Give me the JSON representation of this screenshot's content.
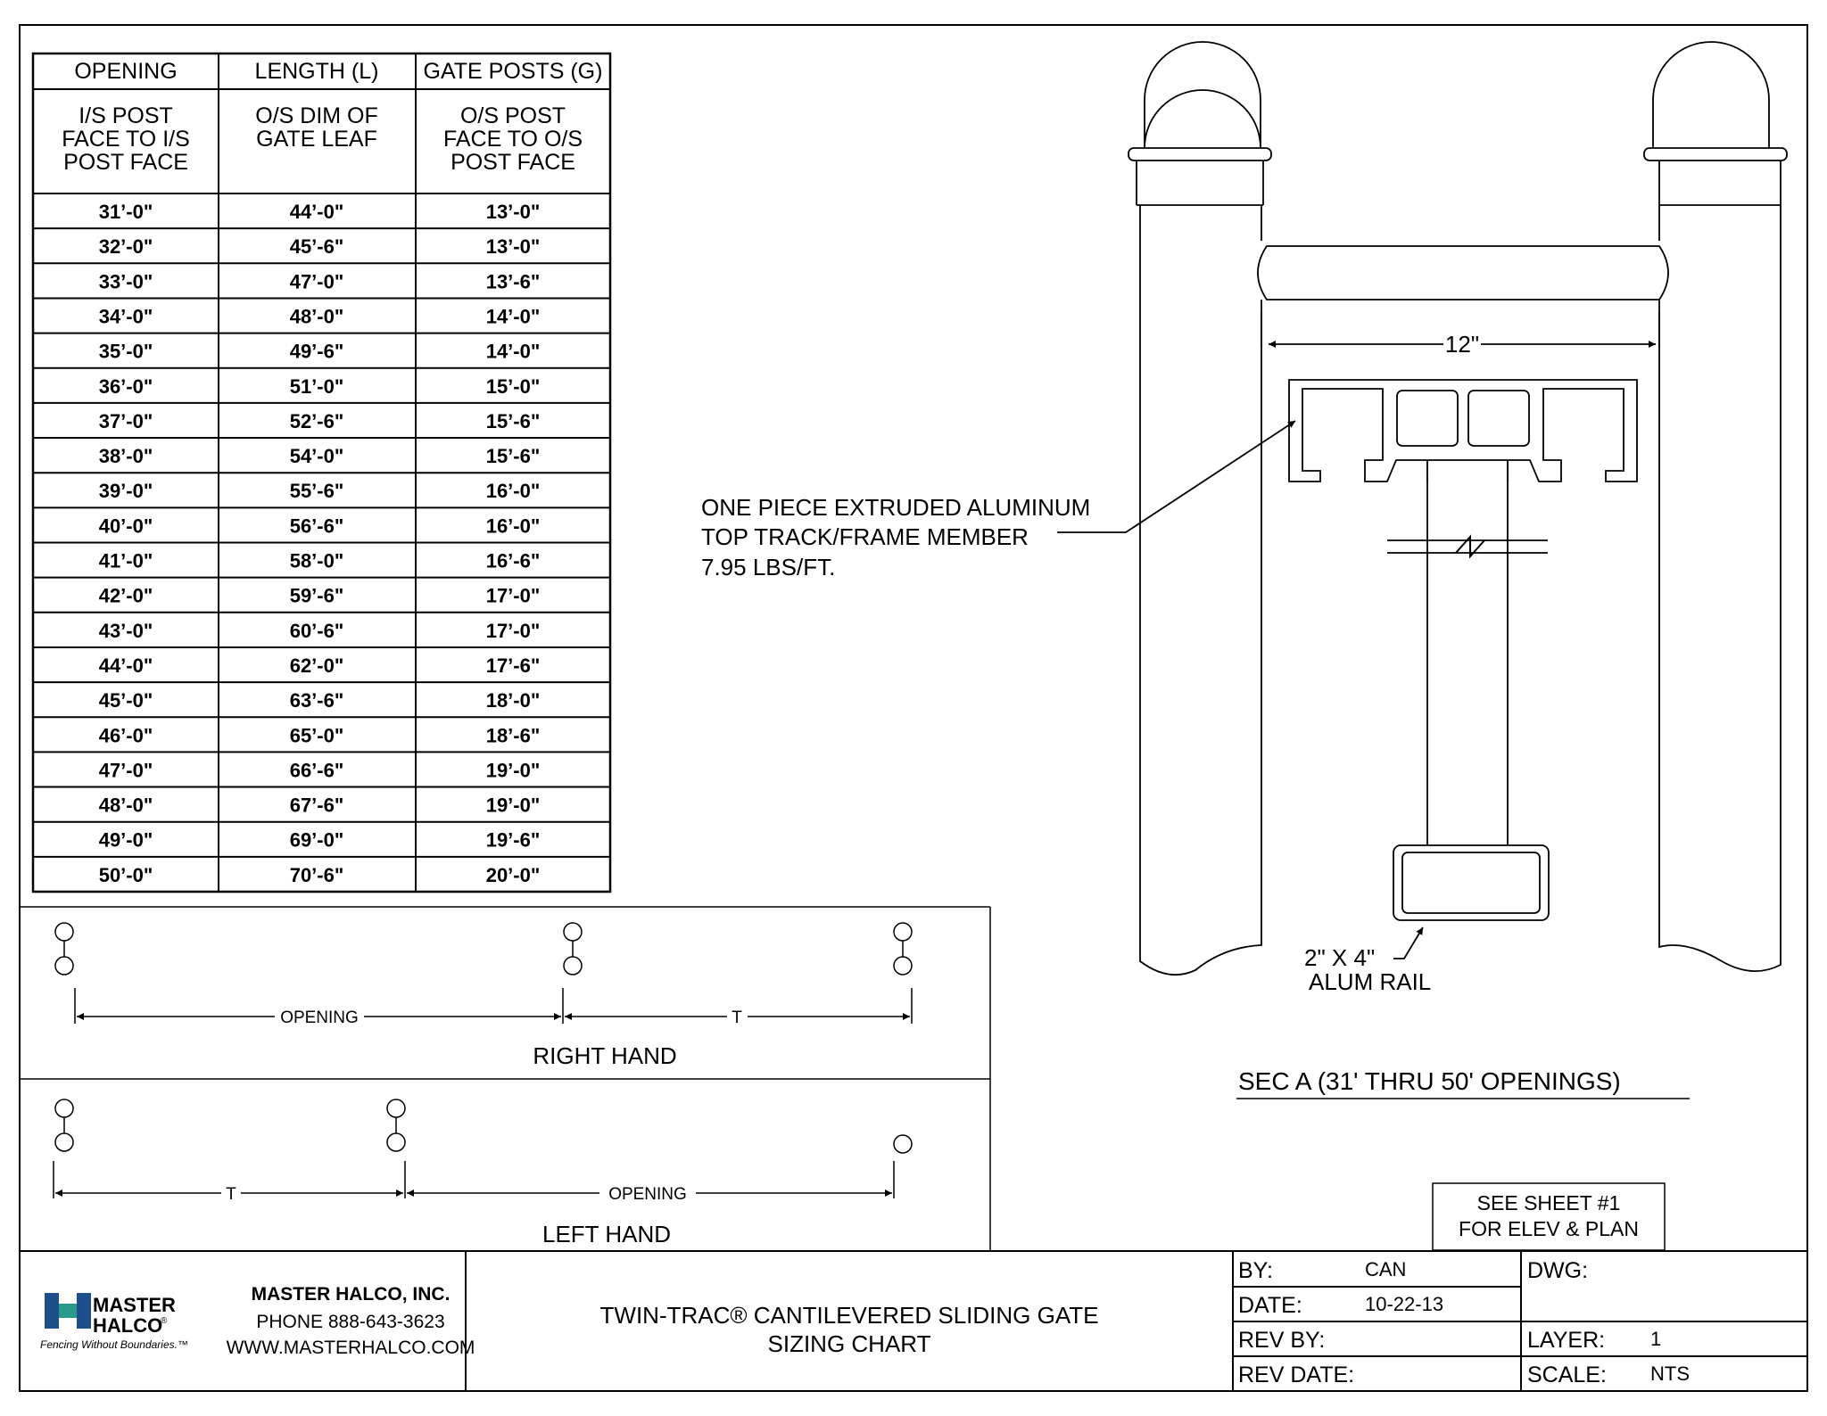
{
  "table": {
    "headers": [
      "OPENING",
      "LENGTH (L)",
      "GATE POSTS (G)"
    ],
    "subheaders": [
      [
        "I/S POST",
        "FACE TO I/S",
        "POST FACE"
      ],
      [
        "O/S DIM OF",
        "GATE LEAF"
      ],
      [
        "O/S POST",
        "FACE TO O/S",
        "POST FACE"
      ]
    ],
    "rows": [
      [
        "31’-0\"",
        "44’-0\"",
        "13’-0\""
      ],
      [
        "32’-0\"",
        "45’-6\"",
        "13’-0\""
      ],
      [
        "33’-0\"",
        "47’-0\"",
        "13’-6\""
      ],
      [
        "34’-0\"",
        "48’-0\"",
        "14’-0\""
      ],
      [
        "35’-0\"",
        "49’-6\"",
        "14’-0\""
      ],
      [
        "36’-0\"",
        "51’-0\"",
        "15’-0\""
      ],
      [
        "37’-0\"",
        "52’-6\"",
        "15’-6\""
      ],
      [
        "38’-0\"",
        "54’-0\"",
        "15’-6\""
      ],
      [
        "39’-0\"",
        "55’-6\"",
        "16’-0\""
      ],
      [
        "40’-0\"",
        "56’-6\"",
        "16’-0\""
      ],
      [
        "41’-0\"",
        "58’-0\"",
        "16’-6\""
      ],
      [
        "42’-0\"",
        "59’-6\"",
        "17’-0\""
      ],
      [
        "43’-0\"",
        "60’-6\"",
        "17’-0\""
      ],
      [
        "44’-0\"",
        "62’-0\"",
        "17’-6\""
      ],
      [
        "45’-0\"",
        "63’-6\"",
        "18’-0\""
      ],
      [
        "46’-0\"",
        "65’-0\"",
        "18’-6\""
      ],
      [
        "47’-0\"",
        "66’-6\"",
        "19’-0\""
      ],
      [
        "48’-0\"",
        "67’-6\"",
        "19’-0\""
      ],
      [
        "49’-0\"",
        "69’-0\"",
        "19’-6\""
      ],
      [
        "50’-0\"",
        "70’-6\"",
        "20’-0\""
      ]
    ]
  },
  "section": {
    "dimension_label": "12\"",
    "callout": [
      "ONE PIECE EXTRUDED ALUMINUM",
      "TOP TRACK/FRAME MEMBER",
      "7.95 LBS/FT."
    ],
    "rail_label": [
      "2\" X 4\"",
      "ALUM RAIL"
    ],
    "title": "SEC A (31' THRU 50' OPENINGS)",
    "see_sheet": [
      "SEE SHEET #1",
      "FOR ELEV & PLAN"
    ]
  },
  "plans": {
    "right_hand": {
      "opening": "OPENING",
      "t": "T",
      "caption": "RIGHT HAND"
    },
    "left_hand": {
      "t": "T",
      "opening": "OPENING",
      "caption": "LEFT HAND"
    }
  },
  "title_block": {
    "logo": {
      "line1": "MASTER",
      "line2": "HALCO",
      "mark": "®",
      "tagline": "Fencing Without Boundaries.™"
    },
    "company": "MASTER HALCO, INC.",
    "phone": "PHONE 888-643-3623",
    "web": "WWW.MASTERHALCO.COM",
    "drawing_title_1": "TWIN-TRAC® CANTILEVERED SLIDING GATE",
    "drawing_title_2": "SIZING CHART",
    "by_label": "BY:",
    "by_value": "CAN",
    "date_label": "DATE:",
    "date_value": "10-22-13",
    "rev_by_label": "REV BY:",
    "rev_date_label": "REV DATE:",
    "dwg_label": "DWG:",
    "layer_label": "LAYER:",
    "layer_value": "1",
    "scale_label": "SCALE:",
    "scale_value": "NTS"
  },
  "colors": {
    "logo_blue": "#1f4e8c",
    "logo_teal": "#2a9a8a"
  }
}
